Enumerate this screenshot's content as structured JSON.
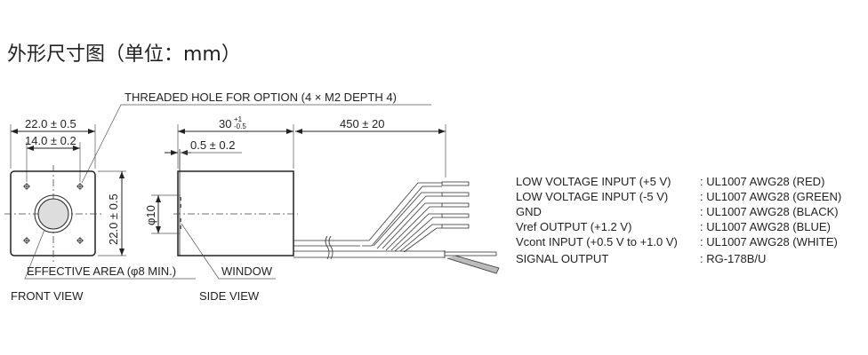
{
  "title": "外形尺寸图（单位：mm）",
  "front_view": {
    "label": "FRONT VIEW",
    "width_dim": "22.0 ± 0.5",
    "hole_pitch_dim": "14.0 ± 0.2",
    "height_dim": "22.0 ± 0.5",
    "effective_area": "EFFECTIVE AREA (φ8 MIN.)"
  },
  "threaded_hole": "THREADED HOLE FOR OPTION (4 × M2 DEPTH 4)",
  "side_view": {
    "label": "SIDE VIEW",
    "length_dim": "30",
    "length_tol_plus": "+1",
    "length_tol_minus": "-0.5",
    "window_dim": "0.5 ± 0.2",
    "diameter_dim": "φ10",
    "window_label": "WINDOW",
    "cable_length_dim": "450 ± 20"
  },
  "wiring": [
    {
      "signal": "LOW VOLTAGE INPUT (+5 V)",
      "cable": ": UL1007 AWG28 (RED)"
    },
    {
      "signal": "LOW VOLTAGE INPUT (-5 V)",
      "cable": ": UL1007 AWG28 (GREEN)"
    },
    {
      "signal": "GND",
      "cable": ": UL1007 AWG28 (BLACK)"
    },
    {
      "signal": "Vref OUTPUT (+1.2 V)",
      "cable": ": UL1007 AWG28 (BLUE)"
    },
    {
      "signal": "Vcont INPUT (+0.5 V to +1.0 V)",
      "cable": ": UL1007 AWG28 (WHITE)"
    },
    {
      "signal": "SIGNAL OUTPUT",
      "cable": ": RG-178B/U"
    }
  ]
}
